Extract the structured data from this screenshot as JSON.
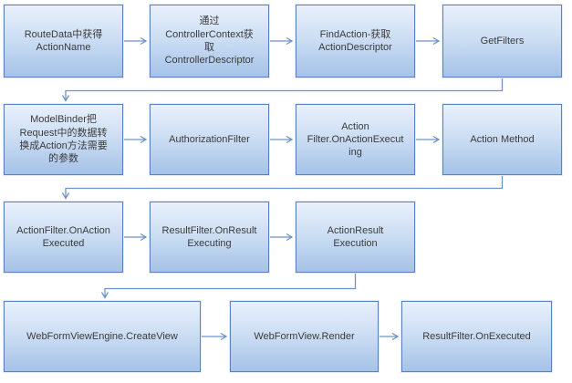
{
  "diagram": {
    "type": "flowchart",
    "colors": {
      "box_border": "#5b82bf",
      "box_fill_top": "#e9f1fc",
      "box_fill_bottom": "#a5c2e8",
      "connector": "#7091c8",
      "text": "#3b3b3b",
      "background": "#ffffff"
    },
    "nodes": [
      {
        "id": "routedata-actionname",
        "row": 1,
        "col": 1,
        "label": "RouteData中获得\nActionName"
      },
      {
        "id": "controllercontext-get",
        "row": 1,
        "col": 2,
        "label": "通过\nControllerContext获\n取\nControllerDescriptor"
      },
      {
        "id": "findaction",
        "row": 1,
        "col": 3,
        "label": "FindAction-获取\nActionDescriptor"
      },
      {
        "id": "getfilters",
        "row": 1,
        "col": 4,
        "label": "GetFilters"
      },
      {
        "id": "modelbinder",
        "row": 2,
        "col": 1,
        "label": "ModelBinder把\nRequest中的数据转\n换成Action方法需要\n的参数"
      },
      {
        "id": "authorizationfilter",
        "row": 2,
        "col": 2,
        "label": "AuthorizationFilter"
      },
      {
        "id": "onactionexecuting",
        "row": 2,
        "col": 3,
        "label": "Action\nFilter.OnActionExecut\ning"
      },
      {
        "id": "actionmethod",
        "row": 2,
        "col": 4,
        "label": "Action Method"
      },
      {
        "id": "onactionexecuted",
        "row": 3,
        "col": 1,
        "label": "ActionFilter.OnAction\nExecuted"
      },
      {
        "id": "onresultexecuting",
        "row": 3,
        "col": 2,
        "label": "ResultFilter.OnResult\nExecuting"
      },
      {
        "id": "actionresultexecution",
        "row": 3,
        "col": 3,
        "label": "ActionResult\nExecution"
      },
      {
        "id": "createview",
        "row": 4,
        "col": 1,
        "label": "WebFormViewEngine.CreateView"
      },
      {
        "id": "render",
        "row": 4,
        "col": 2,
        "label": "WebFormView.Render"
      },
      {
        "id": "onexecuted",
        "row": 4,
        "col": 3,
        "label": "ResultFilter.OnExecuted"
      }
    ],
    "edges": [
      "routedata-actionname -> controllercontext-get",
      "controllercontext-get -> findaction",
      "findaction -> getfilters",
      "getfilters -> modelbinder",
      "modelbinder -> authorizationfilter",
      "authorizationfilter -> onactionexecuting",
      "onactionexecuting -> actionmethod",
      "actionmethod -> onactionexecuted",
      "onactionexecuted -> onresultexecuting",
      "onresultexecuting -> actionresultexecution",
      "actionresultexecution -> createview",
      "createview -> render",
      "render -> onexecuted"
    ]
  }
}
